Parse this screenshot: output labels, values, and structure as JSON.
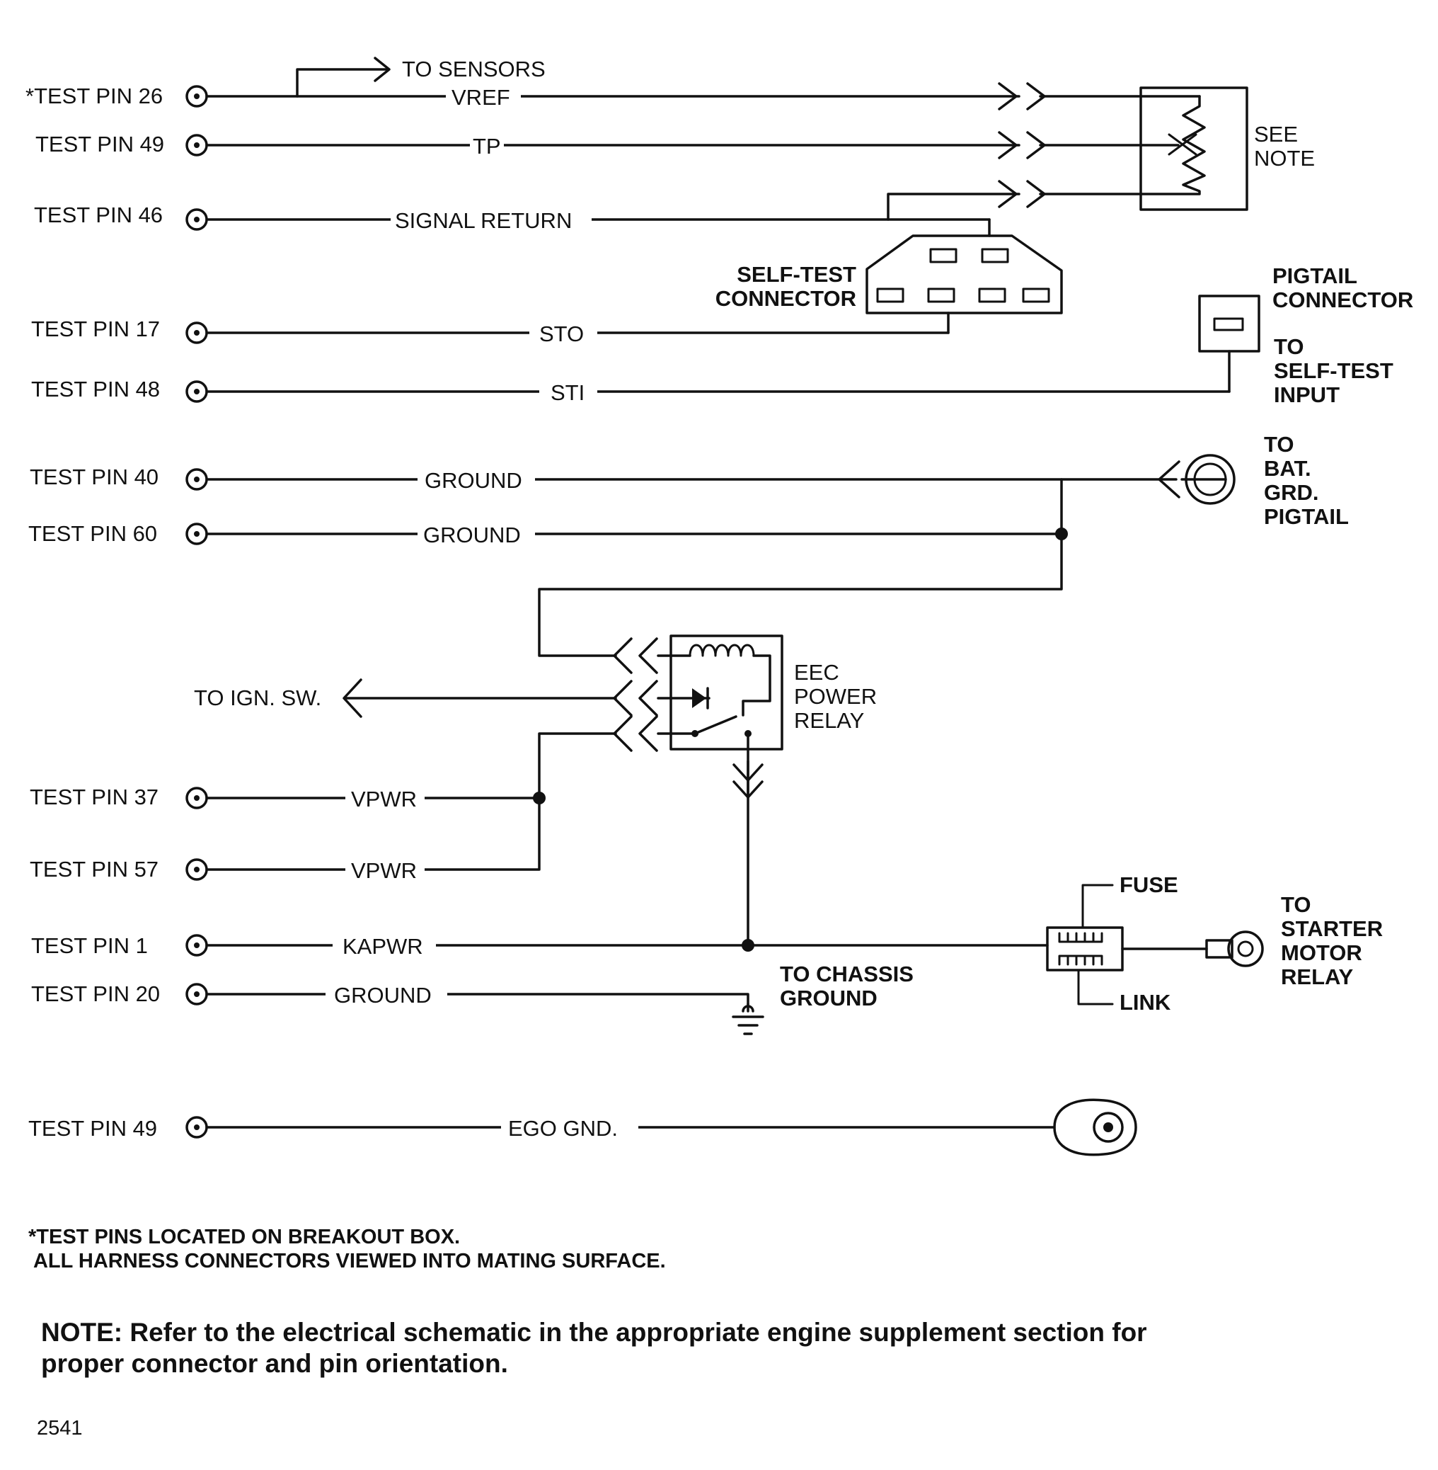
{
  "pins": [
    {
      "label": "*TEST PIN 26",
      "wire": "VREF"
    },
    {
      "label": "TEST PIN 49",
      "wire": "TP"
    },
    {
      "label": "TEST PIN 46",
      "wire": "SIGNAL RETURN"
    },
    {
      "label": "TEST PIN 17",
      "wire": "STO"
    },
    {
      "label": "TEST PIN 48",
      "wire": "STI"
    },
    {
      "label": "TEST PIN 40",
      "wire": "GROUND"
    },
    {
      "label": "TEST PIN 60",
      "wire": "GROUND"
    },
    {
      "label": "TEST PIN 37",
      "wire": "VPWR"
    },
    {
      "label": "TEST PIN 57",
      "wire": "VPWR"
    },
    {
      "label": "TEST PIN 1",
      "wire": "KAPWR"
    },
    {
      "label": "TEST PIN 20",
      "wire": "GROUND"
    },
    {
      "label": "TEST PIN 49",
      "wire": "EGO GND."
    }
  ],
  "labels": {
    "to_sensors": "TO SENSORS",
    "see_note": [
      "SEE",
      "NOTE"
    ],
    "self_test_connector": [
      "SELF-TEST",
      "CONNECTOR"
    ],
    "pigtail_connector": [
      "PIGTAIL",
      "CONNECTOR"
    ],
    "to_self_test_input": [
      "TO",
      "SELF-TEST",
      "INPUT"
    ],
    "to_bat_grd_pigtail": [
      "TO",
      "BAT.",
      "GRD.",
      "PIGTAIL"
    ],
    "to_ign_sw": "TO IGN. SW.",
    "eec_power_relay": [
      "EEC",
      "POWER",
      "RELAY"
    ],
    "fuse": "FUSE",
    "link": "LINK",
    "to_starter_motor_relay": [
      "TO",
      "STARTER",
      "MOTOR",
      "RELAY"
    ],
    "to_chassis_ground": [
      "TO CHASSIS",
      "GROUND"
    ]
  },
  "footnote": [
    "*TEST PINS LOCATED ON BREAKOUT BOX.",
    " ALL HARNESS CONNECTORS VIEWED INTO MATING SURFACE."
  ],
  "note": [
    "NOTE: Refer to the electrical schematic in the appropriate engine supplement section for",
    "proper connector and pin orientation."
  ],
  "figure_number": "2541"
}
